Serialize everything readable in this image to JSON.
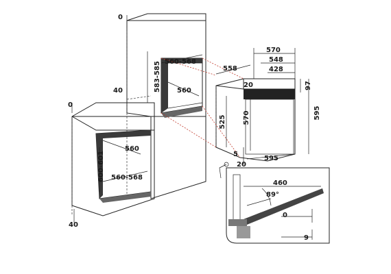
{
  "labels": {
    "tall_top_zero": "0",
    "tall_width": "560-568",
    "tall_height": "583-585",
    "tall_depth": "560",
    "tall_bottom": "40",
    "base_top_zero": "0",
    "base_depth": "560",
    "base_height": "600-601",
    "base_width": "560-568",
    "base_bottom": "40",
    "oven_depth_outer": "570",
    "oven_depth_mid": "548",
    "oven_depth_inner": "428",
    "oven_side": "558",
    "oven_top_20": "20",
    "oven_top_97": "97",
    "oven_body_height": "525",
    "oven_inner_570": "570",
    "oven_total_height": "595",
    "oven_offset_5": "5",
    "oven_offset_20": "20",
    "oven_width": "595",
    "door_length": "460",
    "door_angle": "89°",
    "door_zero": "0",
    "door_nine": "9"
  }
}
